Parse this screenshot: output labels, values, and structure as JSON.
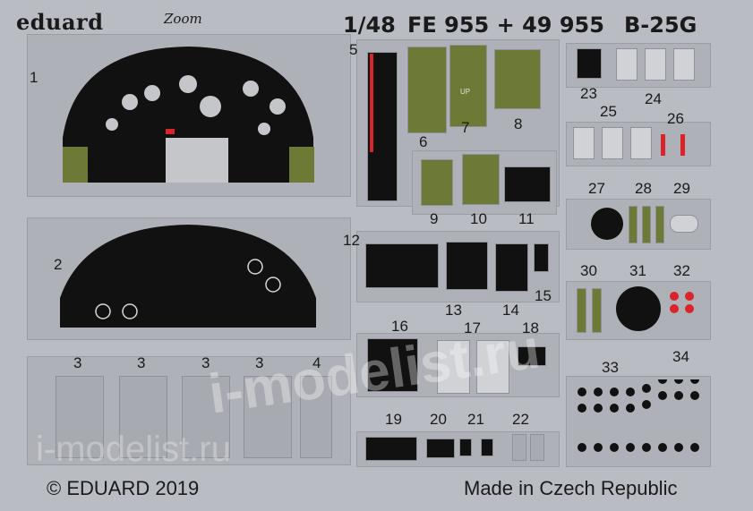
{
  "header": {
    "brand": "eduard",
    "brand_sub": "Zoom",
    "scale": "1/48",
    "codes": "FE 955 + 49 955",
    "model": "B-25G"
  },
  "footer": {
    "copyright": "© EDUARD 2019",
    "origin": "Made in Czech Republic"
  },
  "watermark": {
    "main": "i-modelist.ru",
    "secondary": "i-modelist.ru"
  },
  "parts": [
    "1",
    "2",
    "3",
    "3",
    "3",
    "3",
    "4",
    "5",
    "6",
    "7",
    "8",
    "9",
    "10",
    "11",
    "12",
    "13",
    "14",
    "15",
    "16",
    "17",
    "18",
    "19",
    "20",
    "21",
    "22",
    "23",
    "24",
    "25",
    "26",
    "27",
    "28",
    "29",
    "30",
    "31",
    "32",
    "33",
    "34"
  ],
  "part_text": {
    "up": "UP"
  },
  "colors": {
    "sheet": "#b9bcc2",
    "panel": "#111111",
    "interior_green": "#6c7a35",
    "red": "#d8242a"
  }
}
